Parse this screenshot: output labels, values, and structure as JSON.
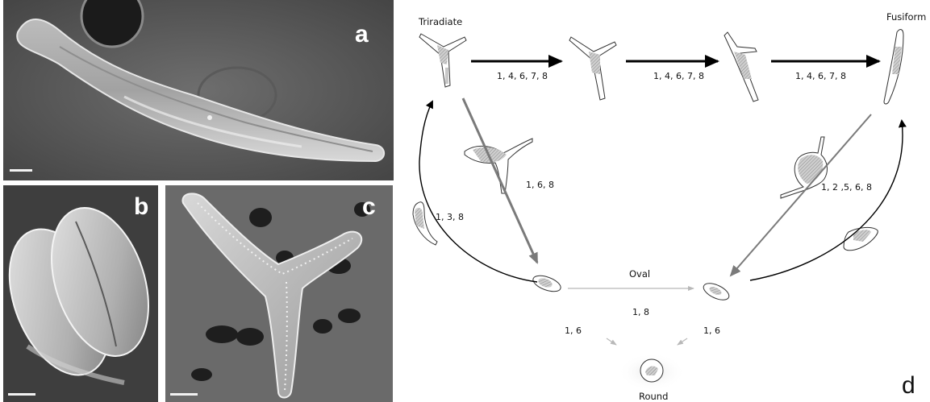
{
  "panels": {
    "a": {
      "letter": "a"
    },
    "b": {
      "letter": "b"
    },
    "c": {
      "letter": "c"
    },
    "d": {
      "letter": "d"
    }
  },
  "diagram": {
    "morphotypes": {
      "triradiate": "Triradiate",
      "fusiform": "Fusiform",
      "oval": "Oval",
      "round": "Round"
    },
    "transitions": {
      "tri_to_step1": "1, 4, 6, 7, 8",
      "step1_to_step2": "1, 4, 6, 7, 8",
      "step2_to_fusiform": "1, 4, 6, 7, 8",
      "tri_to_oval_direct": "1, 6, 8",
      "oval_to_tri_return": "1, 3, 8",
      "fusiform_to_oval": "1, 2 ,5, 6, 8",
      "oval_to_oval": "1, 8",
      "oval_to_round": "1, 6",
      "oval2_to_round": "1, 6"
    }
  }
}
